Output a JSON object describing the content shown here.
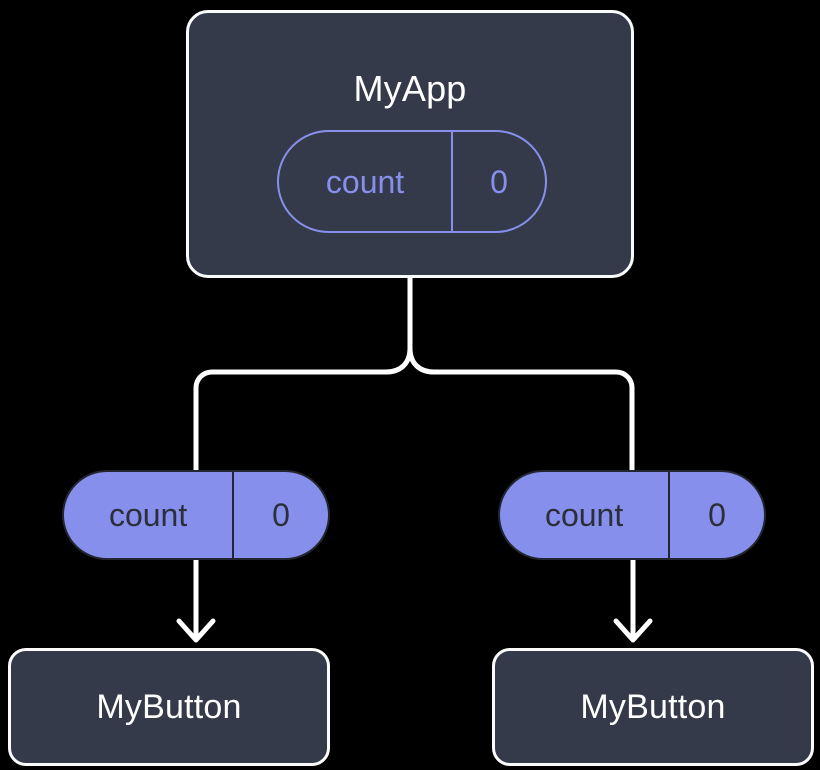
{
  "diagram": {
    "type": "component-tree-state-propagation",
    "background_color": "#000000",
    "palette": {
      "node_fill": "#343a49",
      "node_border": "#fbfbfb",
      "node_text": "#ffffff",
      "state_accent": "#8690ec",
      "state_text_on_fill": "#2b2f3a",
      "wire_color": "#ffffff"
    },
    "root": {
      "title": "MyApp",
      "state": {
        "key": "count",
        "value": "0",
        "style": "outlined"
      }
    },
    "branches": [
      {
        "side": "left",
        "state": {
          "key": "count",
          "value": "0",
          "style": "filled"
        },
        "child": {
          "title": "MyButton"
        }
      },
      {
        "side": "right",
        "state": {
          "key": "count",
          "value": "0",
          "style": "filled"
        },
        "child": {
          "title": "MyButton"
        }
      }
    ],
    "connectors": {
      "root_split": "rounded-tee-split",
      "child_link": "arrow-down"
    }
  }
}
